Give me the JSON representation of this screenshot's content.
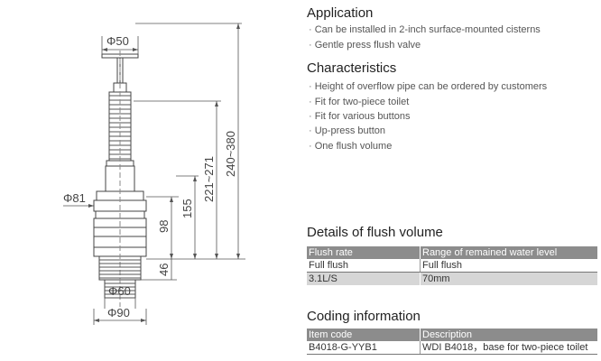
{
  "diagram": {
    "dims": {
      "top_diameter": "Φ50",
      "flange_diameter": "Φ81",
      "thread_diameter": "Φ60",
      "base_diameter": "Φ90",
      "height_98": "98",
      "height_155": "155",
      "height_221_271": "221~271",
      "height_240_380": "240~380",
      "height_46": "46"
    }
  },
  "application": {
    "title": "Application",
    "items": [
      "Can be installed in 2-inch surface-mounted cisterns",
      "Gentle press flush valve"
    ]
  },
  "characteristics": {
    "title": "Characteristics",
    "items": [
      "Height of overflow pipe can be ordered by customers",
      "Fit for two-piece toilet",
      "Fit for various buttons",
      "Up-press button",
      "One flush volume"
    ]
  },
  "flush_volume": {
    "title": "Details of flush volume",
    "headers": [
      "Flush rate",
      "Range of remained water level"
    ],
    "rows": [
      [
        "Full flush",
        "Full flush"
      ],
      [
        "3.1L/S",
        "70mm"
      ]
    ]
  },
  "coding": {
    "title": "Coding information",
    "headers": [
      "Item code",
      "Description"
    ],
    "rows": [
      [
        "B4018-G-YYB1",
        "WDI  B4018，base for two-piece toilet"
      ]
    ]
  }
}
